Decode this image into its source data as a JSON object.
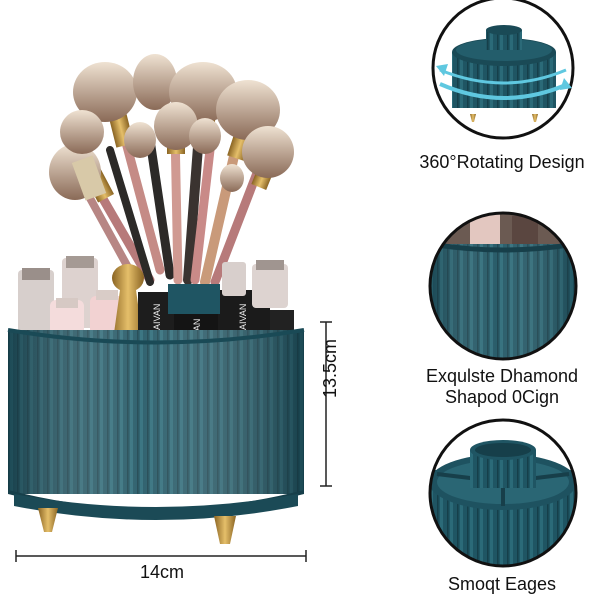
{
  "features": [
    {
      "caption": "360°Rotating Design",
      "icon": "rotate-arrows"
    },
    {
      "caption_line1": "Exqulste Dhamond",
      "caption_line2": "Shapod 0Cign"
    },
    {
      "caption": "Smoqt Eages"
    }
  ],
  "dimensions": {
    "width": "14cm",
    "height": "13.5cm"
  },
  "box_label": "AIVAN",
  "colors": {
    "organizer": "#1f5563",
    "organizer_dark": "#173f4a",
    "gold": "#c99a3c"
  }
}
